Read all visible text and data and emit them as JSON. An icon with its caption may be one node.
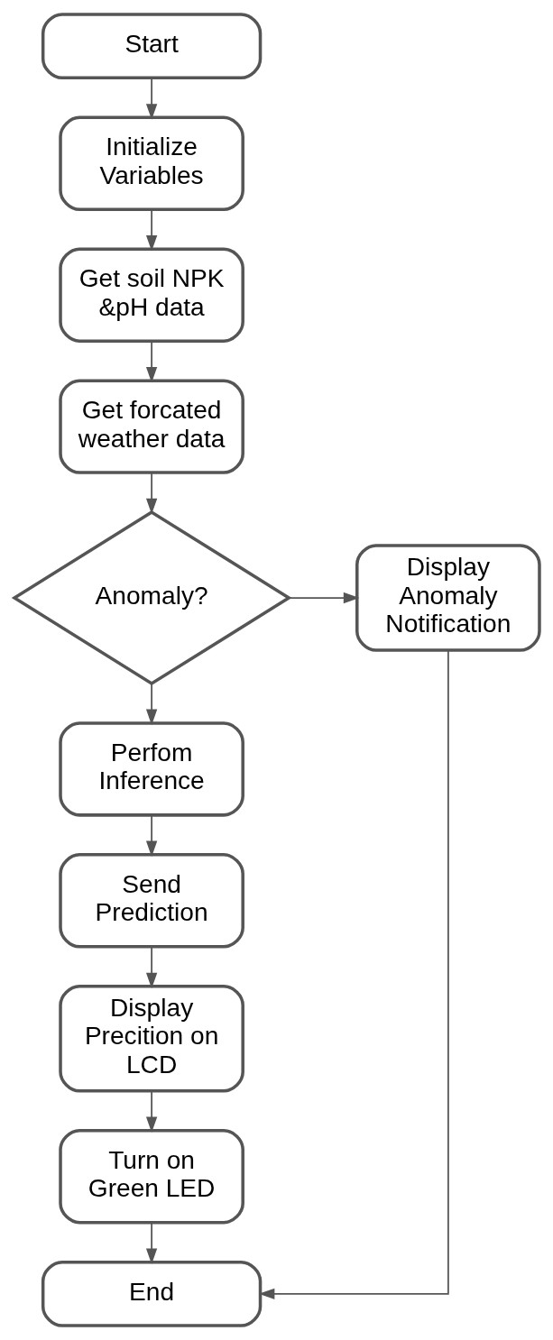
{
  "diagram": {
    "nodes": [
      {
        "text": [
          "Start"
        ]
      },
      {
        "text": [
          "Initialize Variables"
        ]
      },
      {
        "text": [
          "Get soil NPK &pH data"
        ]
      },
      {
        "text": [
          "Get forcated weather data"
        ]
      },
      {
        "text": [
          "Anomaly?"
        ]
      },
      {
        "text": [
          "Display Anomaly Notification"
        ]
      },
      {
        "text": [
          "Perfom Inference"
        ]
      },
      {
        "text": [
          "Send Prediction"
        ]
      },
      {
        "text": [
          "Display Precition on LCD"
        ]
      },
      {
        "text": [
          "Turn on Green LED"
        ]
      },
      {
        "text": [
          "End"
        ]
      }
    ],
    "edges": [
      {
        "from": 0,
        "to": 1,
        "arrow": "to"
      },
      {
        "from": 1,
        "to": 2,
        "arrow": "to"
      },
      {
        "from": 2,
        "to": 3,
        "arrow": "to"
      },
      {
        "from": 3,
        "to": 4,
        "arrow": "to"
      },
      {
        "from": 4,
        "to": 5,
        "arrow": "to"
      },
      {
        "from": 4,
        "to": 6,
        "arrow": "to"
      },
      {
        "from": 6,
        "to": 7,
        "arrow": "to"
      },
      {
        "from": 7,
        "to": 8,
        "arrow": "to"
      },
      {
        "from": 8,
        "to": 9,
        "arrow": "to"
      },
      {
        "from": 9,
        "to": 10,
        "arrow": "to"
      },
      {
        "from": 5,
        "to": 10,
        "arrow": "to"
      }
    ]
  }
}
